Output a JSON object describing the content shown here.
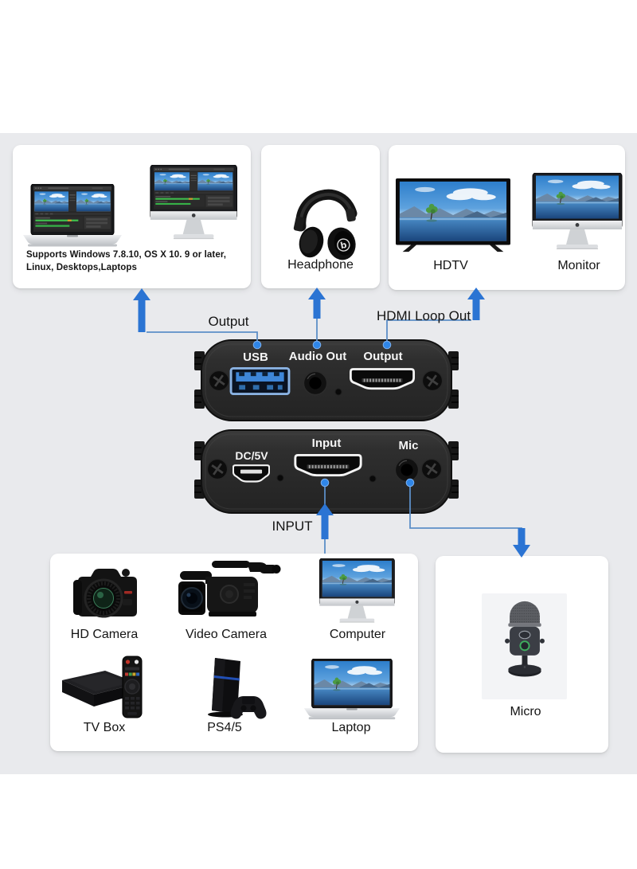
{
  "colors": {
    "band_gray": "#e9eaed",
    "arrow_blue": "#2b74d3",
    "line_blue": "#5c8ec7",
    "dot_blue": "#2f86e8",
    "device_black": "#2c2c2c"
  },
  "top_row": {
    "computers_box": {
      "caption_line1": "Supports Windows 7.8.10, OS X 10. 9 or later,",
      "caption_line2": "Linux, Desktops,Laptops"
    },
    "headphone_box": {
      "label": "Headphone"
    },
    "displays_box": {
      "hdtv_label": "HDTV",
      "monitor_label": "Monitor"
    }
  },
  "callouts": {
    "output": "Output",
    "hdmi_loop_out": "HDMI Loop Out",
    "input": "INPUT"
  },
  "capture_device": {
    "top_face": {
      "usb": "USB",
      "audio_out": "Audio Out",
      "output": "Output"
    },
    "bottom_face": {
      "dc": "DC/5V",
      "input": "Input",
      "mic": "Mic"
    }
  },
  "sources_box": {
    "items": [
      {
        "label": "HD Camera"
      },
      {
        "label": "Video Camera"
      },
      {
        "label": "Computer"
      },
      {
        "label": "TV Box"
      },
      {
        "label": "PS4/5"
      },
      {
        "label": "Laptop"
      }
    ]
  },
  "mic_box": {
    "label": "Micro"
  }
}
